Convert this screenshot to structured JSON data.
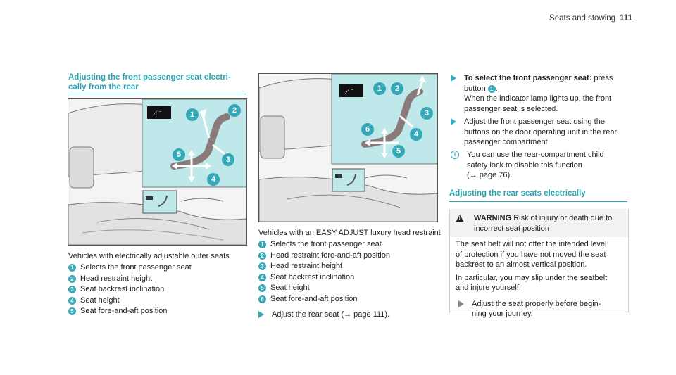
{
  "header": {
    "title": "Seats and stowing",
    "page": "111"
  },
  "left": {
    "title_line1": "Adjusting the front passenger seat electri-",
    "title_line2": "cally from the rear",
    "caption": "Vehicles with electrically adjustable outer seats",
    "legend": [
      {
        "num": "1",
        "text": "Selects the front passenger seat"
      },
      {
        "num": "2",
        "text": "Head restraint height"
      },
      {
        "num": "3",
        "text": "Seat backrest inclination"
      },
      {
        "num": "4",
        "text": "Seat height"
      },
      {
        "num": "5",
        "text": "Seat fore-and-aft position"
      }
    ],
    "callouts": [
      "1",
      "2",
      "3",
      "4",
      "5"
    ]
  },
  "middle": {
    "caption": "Vehicles with an EASY ADJUST luxury head restraint",
    "legend": [
      {
        "num": "1",
        "text": "Selects the front passenger seat"
      },
      {
        "num": "2",
        "text": "Head restraint fore-and-aft position"
      },
      {
        "num": "3",
        "text": "Head restraint height"
      },
      {
        "num": "4",
        "text": "Seat backrest inclination"
      },
      {
        "num": "5",
        "text": "Seat height"
      },
      {
        "num": "6",
        "text": "Seat fore-and-aft position"
      }
    ],
    "step": "Adjust the rear seat (→ page 111).",
    "callouts": [
      "1",
      "2",
      "3",
      "4",
      "5",
      "6"
    ]
  },
  "right": {
    "step1_bold": "To select the front passenger seat:",
    "step1_a": "press",
    "step1_b": "button",
    "step1_badge": "1",
    "step1_c": "When the indicator lamp lights up, the front",
    "step1_d": "passenger seat is selected.",
    "step2_a": "Adjust the front passenger seat using the",
    "step2_b": "buttons on the door operating unit in the rear",
    "step2_c": "passenger compartment.",
    "note_a": "You can use the rear-compartment child",
    "note_b": "safety lock to disable this function",
    "note_c": "(→ page 76).",
    "section_title": "Adjusting the rear seats electrically",
    "warning": {
      "label": "WARNING",
      "head_a": "Risk of injury or death due to",
      "head_b": "incorrect seat position",
      "p1_a": "The seat belt will not offer the intended level",
      "p1_b": "of protection if you have not moved the seat",
      "p1_c": "backrest to an almost vertical position.",
      "p2_a": "In particular, you may slip under the seatbelt",
      "p2_b": "and injure yourself.",
      "step_a": "Adjust the seat properly before begin-",
      "step_b": "ning your journey."
    }
  },
  "colors": {
    "accent": "#2aa3b3",
    "panel": "#bfe8ea",
    "badge": "#35a9b8"
  }
}
